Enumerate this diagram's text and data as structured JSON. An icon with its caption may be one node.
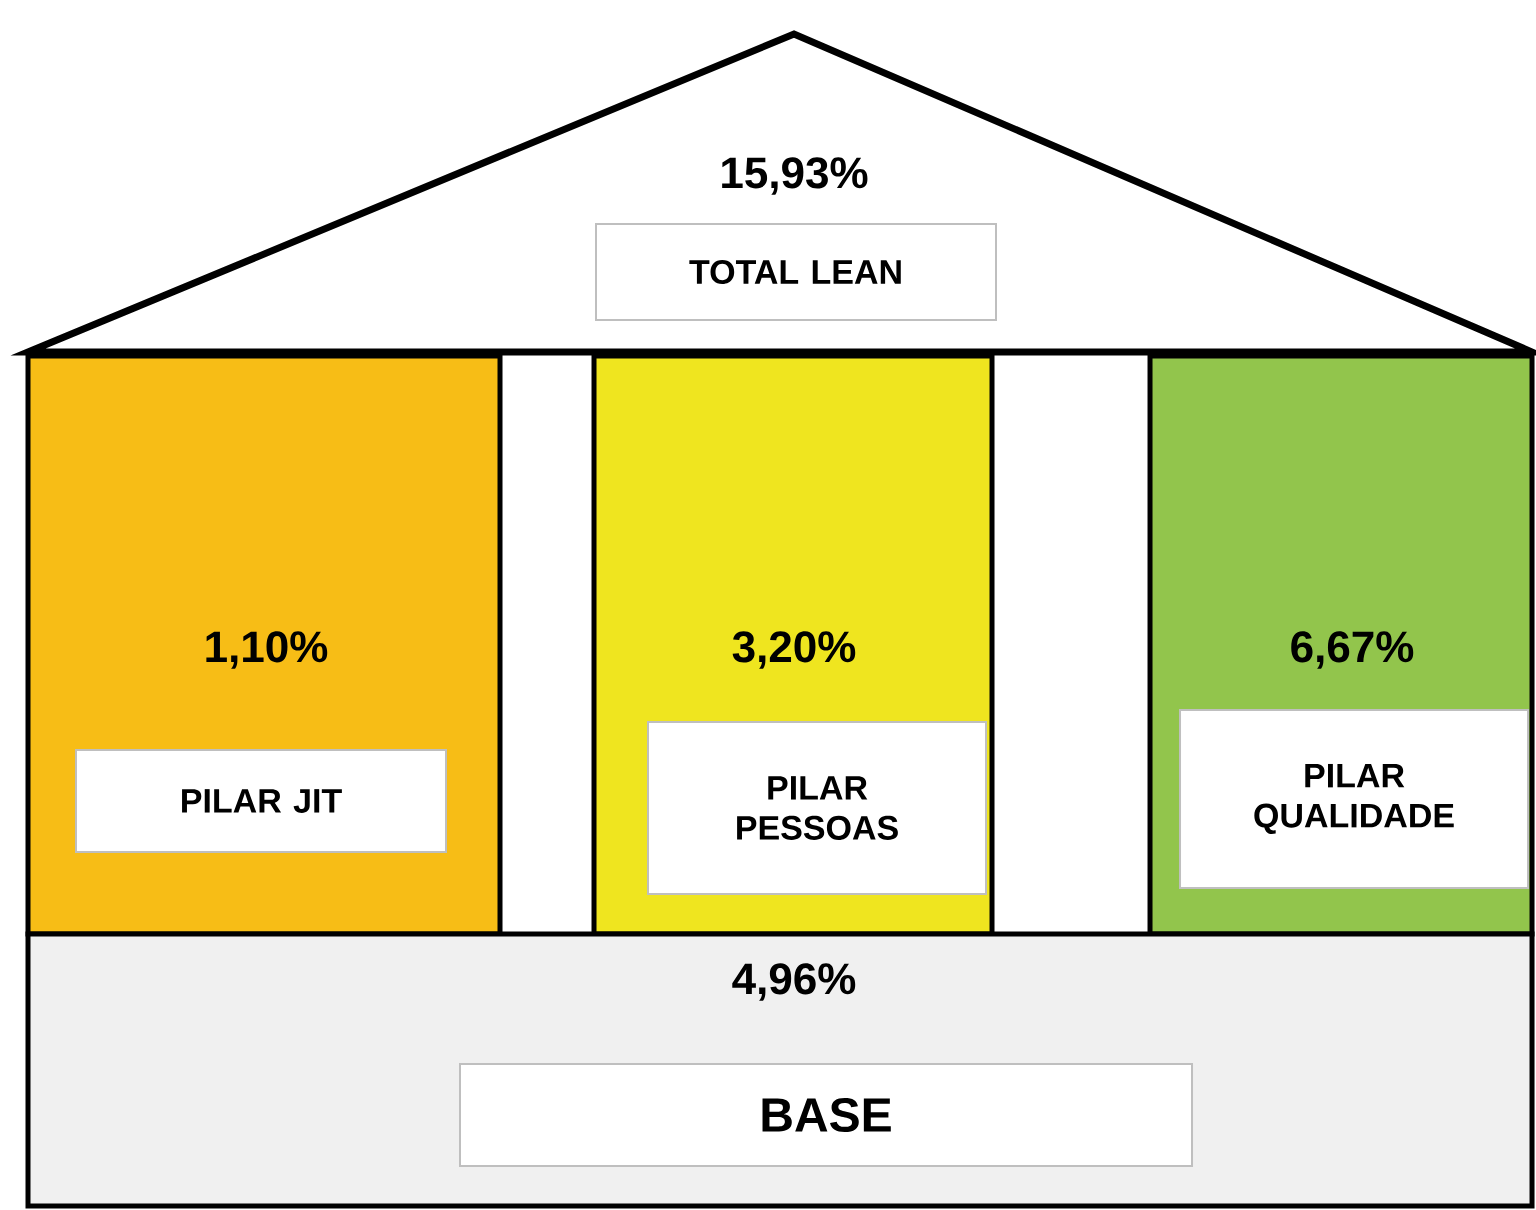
{
  "diagram": {
    "nodes": [
      {
        "text": [
          "15,93%"
        ]
      },
      {
        "text": [
          "TOTAL LEAN"
        ],
        "in": 0
      },
      {
        "text": [
          "1,10%"
        ]
      },
      {
        "text": [
          "PILAR JIT"
        ],
        "in": 2
      },
      {
        "text": [
          "3,20%"
        ]
      },
      {
        "text": [
          "PILAR PESSOAS"
        ],
        "in": 4
      },
      {
        "text": [
          "6,67%"
        ]
      },
      {
        "text": [
          "PILAR QUALIDADE"
        ],
        "in": 6
      },
      {
        "text": [
          "4,96%"
        ]
      },
      {
        "text": [
          "BASE"
        ],
        "in": 8
      }
    ]
  }
}
